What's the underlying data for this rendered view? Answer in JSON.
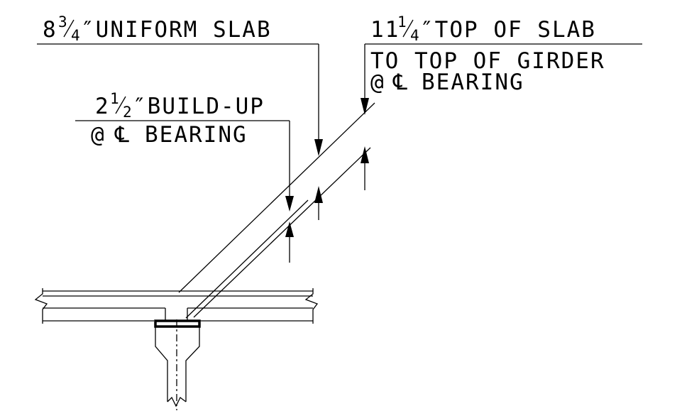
{
  "colors": {
    "ink": "#000000",
    "background": "#ffffff"
  },
  "callouts": {
    "uniform_slab": {
      "whole": "8",
      "num": "3",
      "den": "4",
      "text": "″UNIFORM SLAB"
    },
    "top_of_slab": {
      "whole": "11",
      "num": "1",
      "den": "4",
      "text": "″TOP OF SLAB",
      "line2": "TO TOP OF GIRDER",
      "line3_prefix": "@",
      "line3_symbol": "℄",
      "line3_text": "BEARING"
    },
    "build_up": {
      "whole": "2",
      "num": "1",
      "den": "2",
      "text": "″BUILD-UP",
      "line2_prefix": "@",
      "line2_symbol": "℄",
      "line2_text": "BEARING"
    }
  },
  "icons": {
    "dimension_arrow": "arrowhead",
    "break_symbol": "zigzag-break",
    "centerline_symbol": "centerline-symbol"
  }
}
